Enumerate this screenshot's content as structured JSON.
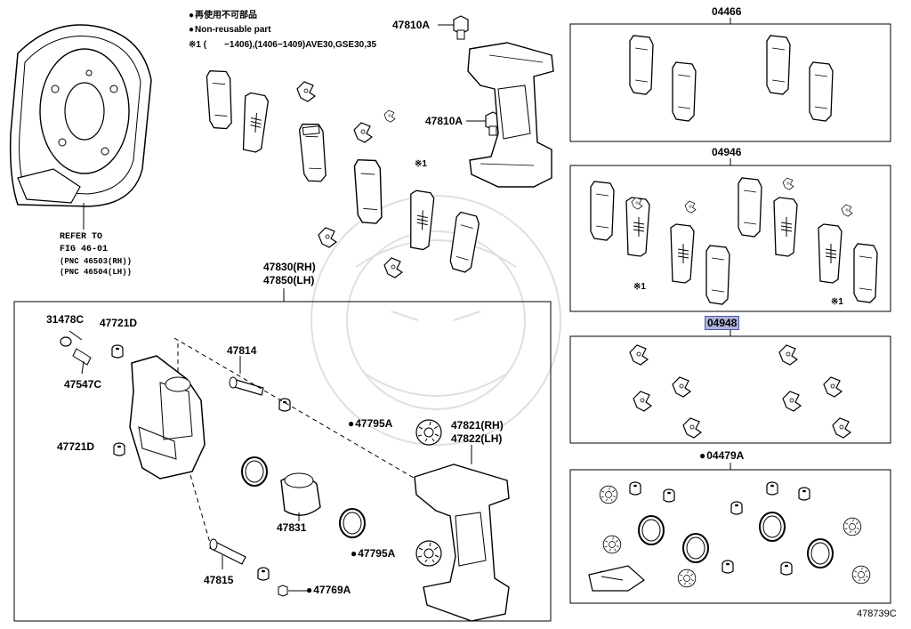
{
  "legend": {
    "nonreusable_jp": "再使用不可部品",
    "nonreusable_en": "Non-reusable part",
    "footnote": "※1 (　　−1406),(1406−1409)AVE30,GSE30,35"
  },
  "labels": {
    "p47810a_top": "47810A",
    "p47810a_mid": "47810A",
    "refer_line1": "REFER TO",
    "refer_line2": "FIG 46-01",
    "refer_line3": "(PNC 46503(RH))",
    "refer_line4": "(PNC 46504(LH))",
    "asm_rh": "47830(RH)",
    "asm_lh": "47850(LH)",
    "p31478c": "31478C",
    "p47721d_top": "47721D",
    "p47547c": "47547C",
    "p47721d_left": "47721D",
    "p47814": "47814",
    "p47795a_top": "47795A",
    "p47821_rh": "47821(RH)",
    "p47822_lh": "47822(LH)",
    "p47831": "47831",
    "p47795a_bot": "47795A",
    "p47815": "47815",
    "p47769a": "47769A",
    "kit_04466": "04466",
    "kit_04946": "04946",
    "kit_04948": "04948",
    "kit_04479a": "04479A",
    "mark1_a": "※1",
    "mark1_b": "※1",
    "mark1_c": "※1",
    "figure_no": "478739C"
  }
}
